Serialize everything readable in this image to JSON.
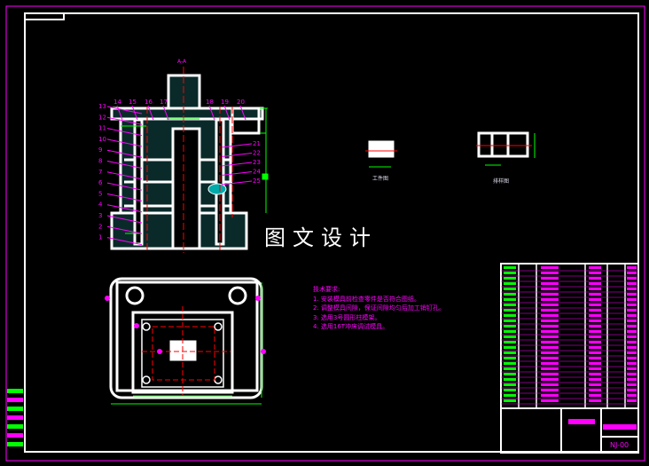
{
  "watermark": "图文设计",
  "requirements": {
    "title": "技术要求:",
    "items": [
      "1. 安装模具前检查零件是否符合图纸。",
      "2. 调整模具间隙，保证间隙均匀后加工销钉孔。",
      "3. 选用3号圆形柱模架。",
      "4. 选用16T冲床调试模具。"
    ]
  },
  "views": {
    "workpiece_label": "工件图",
    "layout_label": "排样图",
    "section_label": "A-A"
  },
  "part_numbers_left": [
    "13",
    "12",
    "11",
    "10",
    "9",
    "8",
    "7",
    "6",
    "5",
    "4",
    "3",
    "2",
    "1"
  ],
  "part_numbers_top": [
    "14",
    "15",
    "16",
    "17",
    "18",
    "19",
    "20"
  ],
  "part_numbers_right": [
    "21",
    "22",
    "23",
    "24",
    "25"
  ],
  "title_block": {
    "drawing_code": "NJ-00"
  },
  "colors": {
    "line": "#ffffff",
    "dimension": "#00ff00",
    "leader": "#ff00ff",
    "center": "#ff0000",
    "hatch": "#00ffff"
  }
}
